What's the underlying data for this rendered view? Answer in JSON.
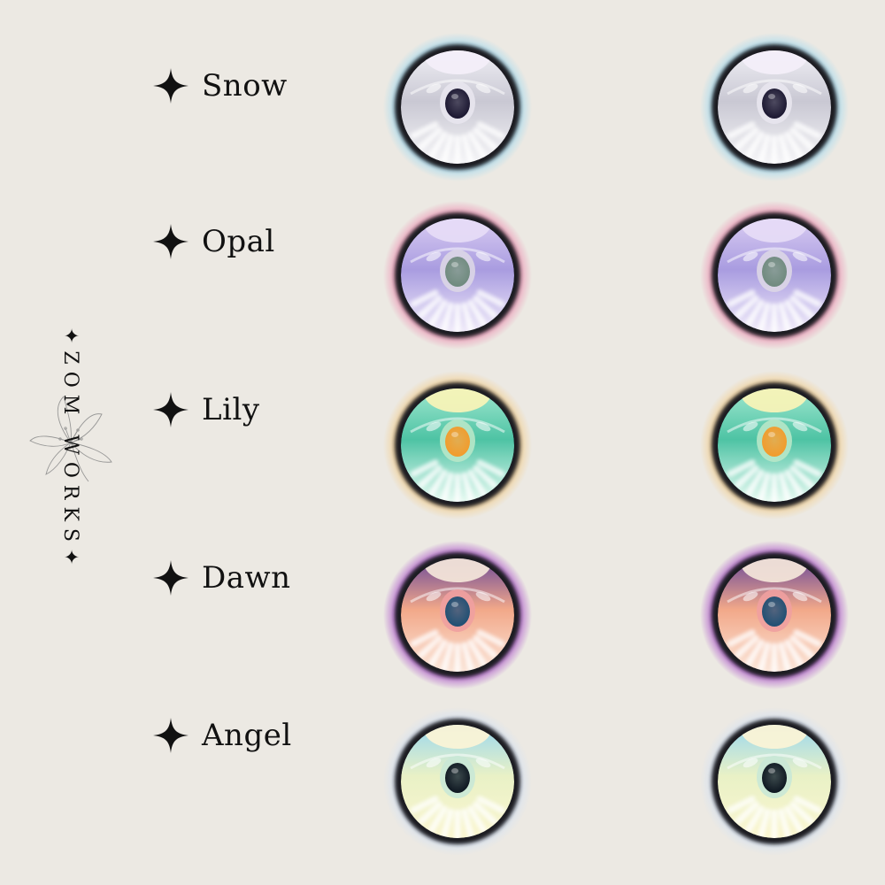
{
  "brand": {
    "text": "✦ZOM WORKS✦",
    "icon": "lily-flower-icon"
  },
  "items": [
    {
      "name": "Snow",
      "ring": "#8fd6f3",
      "iris_top": "#f0eff5",
      "iris_mid": "#c9c8d3",
      "iris_bot": "#f6f6f8",
      "pupil": "#1a1630",
      "pupil_ring": "#e8e6ee",
      "cap": "#f3eef9"
    },
    {
      "name": "Opal",
      "ring": "#ee7aa6",
      "iris_top": "#d9ccf2",
      "iris_mid": "#a99ce0",
      "iris_bot": "#f1ecfa",
      "pupil": "#6f8a7e",
      "pupil_ring": "#dcd6e6",
      "cap": "#e6dbf7"
    },
    {
      "name": "Lily",
      "ring": "#f5c777",
      "iris_top": "#9fe7cf",
      "iris_mid": "#4ec3a4",
      "iris_bot": "#e9fbf3",
      "pupil": "#f29b2b",
      "pupil_ring": "#b7e7c8",
      "cap": "#f7f3b7"
    },
    {
      "name": "Dawn",
      "ring": "#9b2ec4",
      "iris_top": "#6d4b99",
      "iris_mid": "#f2a889",
      "iris_bot": "#fbe6d9",
      "pupil": "#1f4f73",
      "pupil_ring": "#f0a0a0",
      "cap": "#f2e4d8"
    },
    {
      "name": "Angel",
      "ring": "#cfe0f7",
      "iris_top": "#9bd8ee",
      "iris_mid": "#e9f1c6",
      "iris_bot": "#fbf6d0",
      "pupil": "#0d1620",
      "pupil_ring": "#c9e8d6",
      "cap": "#faf3d6"
    }
  ]
}
